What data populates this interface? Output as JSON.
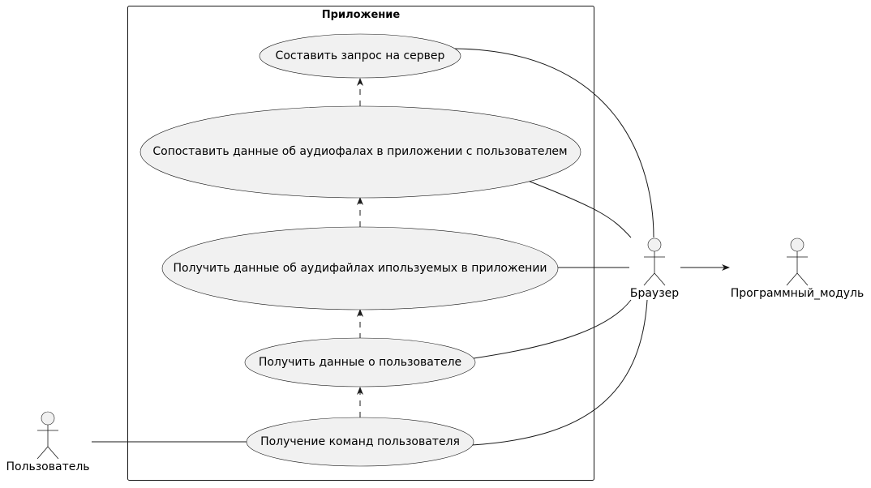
{
  "diagram": {
    "system_title": "Приложение",
    "use_cases": [
      {
        "id": "uc1",
        "label": "Составить запрос на сервер"
      },
      {
        "id": "uc2",
        "label": "Сопоставить данные об аудиофалах в приложении с пользователем"
      },
      {
        "id": "uc3",
        "label": "Получить данные об аудифайлах ипользуемых в приложении"
      },
      {
        "id": "uc4",
        "label": "Получить данные о пользователе"
      },
      {
        "id": "uc5",
        "label": "Получение команд пользователя"
      }
    ],
    "actors": [
      {
        "id": "user",
        "label": "Пользователь"
      },
      {
        "id": "browser",
        "label": "Браузер"
      },
      {
        "id": "module",
        "label": "Программный_модуль"
      }
    ],
    "relations": [
      {
        "type": "association",
        "from": "user",
        "to": "uc5"
      },
      {
        "type": "association",
        "from": "browser",
        "to": "uc1"
      },
      {
        "type": "association",
        "from": "browser",
        "to": "uc2"
      },
      {
        "type": "association",
        "from": "browser",
        "to": "uc3"
      },
      {
        "type": "association",
        "from": "browser",
        "to": "uc4"
      },
      {
        "type": "association",
        "from": "browser",
        "to": "uc5"
      },
      {
        "type": "dependency",
        "from": "uc2",
        "to": "uc1"
      },
      {
        "type": "dependency",
        "from": "uc3",
        "to": "uc2"
      },
      {
        "type": "dependency",
        "from": "uc4",
        "to": "uc3"
      },
      {
        "type": "dependency",
        "from": "uc5",
        "to": "uc4"
      },
      {
        "type": "directed-association",
        "from": "browser",
        "to": "module"
      }
    ],
    "colors": {
      "shape_fill": "#f1f1f1",
      "line": "#181818",
      "background": "#ffffff"
    }
  }
}
